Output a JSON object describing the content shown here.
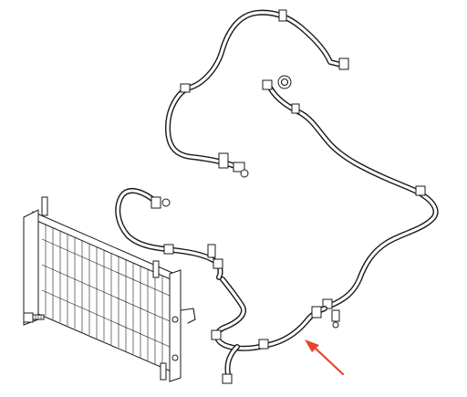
{
  "diagram": {
    "style": "monochrome-line-art",
    "colors": {
      "ink": "#1a1a1a",
      "background": "#ffffff",
      "arrow": "#e8452c"
    },
    "components": [
      {
        "id": "condenser",
        "icon": "condenser-core-icon"
      },
      {
        "id": "mount-bolt",
        "icon": "bolt-icon"
      },
      {
        "id": "suction-hose-upper",
        "icon": "ac-hose-icon"
      },
      {
        "id": "high-pressure-pipe-long",
        "icon": "ac-pipe-icon"
      },
      {
        "id": "discharge-hose-middle",
        "icon": "ac-hose-icon"
      },
      {
        "id": "liquid-pipe-lower",
        "icon": "ac-pipe-icon"
      },
      {
        "id": "o-ring",
        "icon": "o-ring-icon"
      }
    ],
    "callout": {
      "points_to": "liquid-pipe-lower",
      "icon": "arrow-icon"
    }
  }
}
